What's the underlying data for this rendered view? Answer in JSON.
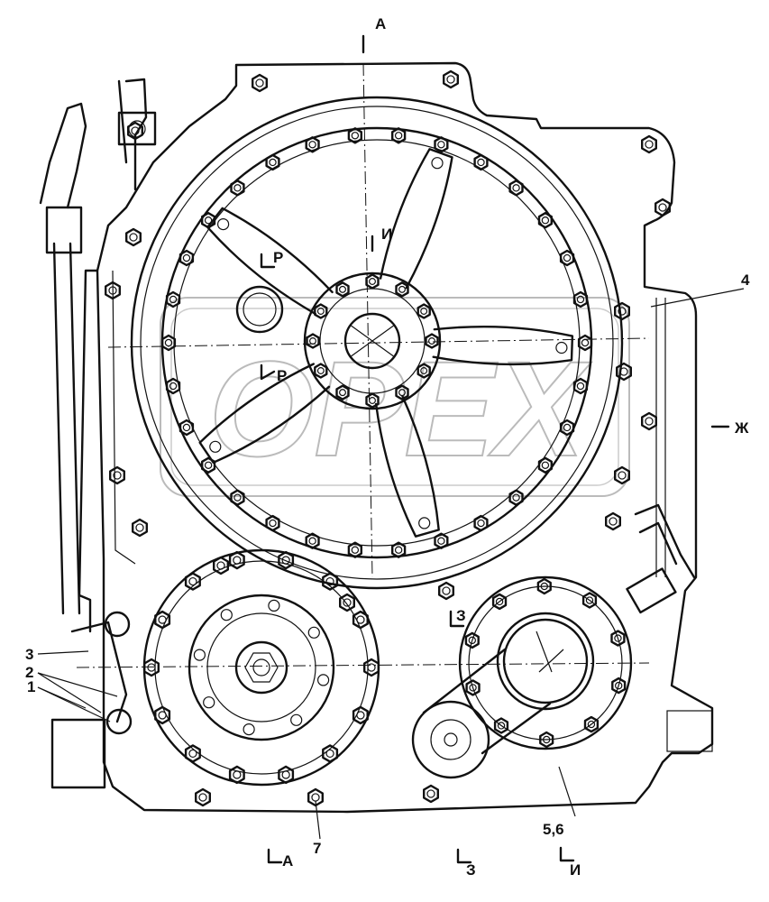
{
  "labels": {
    "section_a_top": "A",
    "section_a_bottom": "A",
    "section_i_mid": "И",
    "section_i_bottom": "И",
    "section_p_upper": "P",
    "section_p_lower": "P",
    "section_z_mid": "З",
    "section_z_bottom": "З",
    "view_zh": "Ж",
    "callout_1": "1",
    "callout_2": "2",
    "callout_3": "3",
    "callout_4": "4",
    "callout_56": "5,6",
    "callout_7": "7"
  },
  "watermark": {
    "text": "OPEX"
  }
}
